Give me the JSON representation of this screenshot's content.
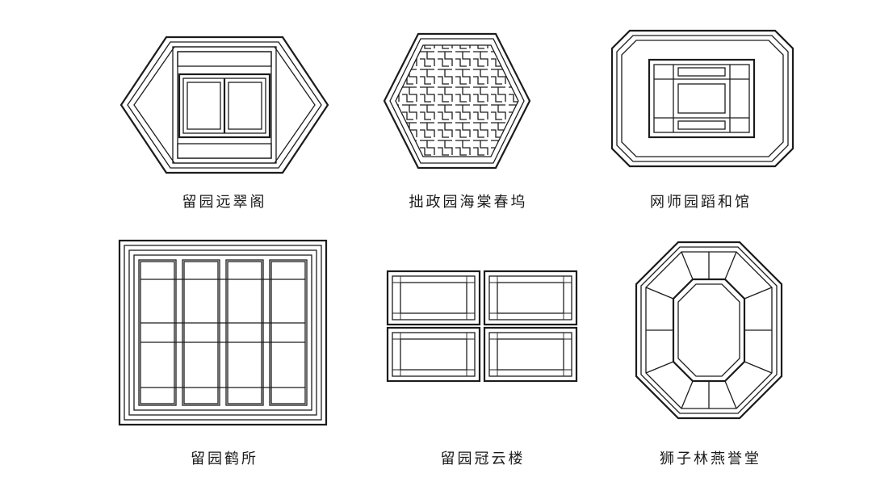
{
  "figures": [
    {
      "id": "f1",
      "caption": "留园远翠阁"
    },
    {
      "id": "f2",
      "caption": "拙政园海棠春坞"
    },
    {
      "id": "f3",
      "caption": "网师园蹈和馆"
    },
    {
      "id": "f4",
      "caption": "留园鹤所"
    },
    {
      "id": "f5",
      "caption": "留园冠云楼"
    },
    {
      "id": "f6",
      "caption": "狮子林燕誉堂"
    }
  ],
  "colors": {
    "ink": "#1c1c1c",
    "paper": "#ffffff"
  }
}
